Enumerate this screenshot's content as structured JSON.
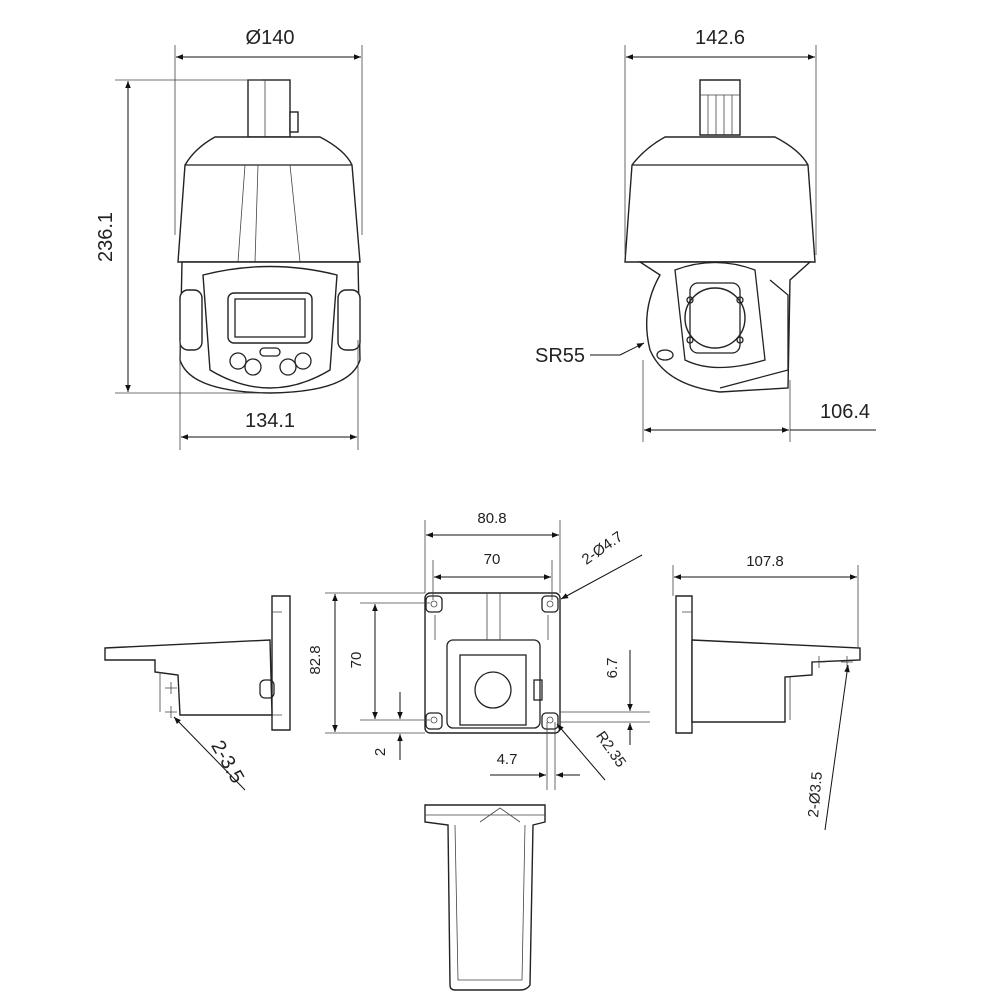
{
  "front_view": {
    "diameter": "Ø140",
    "height": "236.1",
    "width": "134.1"
  },
  "side_view": {
    "width": "142.6",
    "sphere_radius": "SR55",
    "depth": "106.4"
  },
  "bracket_side_left": {
    "holes": "2-3.5"
  },
  "bracket_back": {
    "outer_width": "80.8",
    "hole_spacing_h": "70",
    "holes": "2-Ø4.7",
    "outer_height": "82.8",
    "hole_spacing_v": "70",
    "offset_right": "6.7",
    "offset_bottom": "2",
    "hole_dia": "4.7",
    "radius": "R2.35"
  },
  "bracket_side_right": {
    "length": "107.8",
    "holes": "2-Ø3.5"
  }
}
